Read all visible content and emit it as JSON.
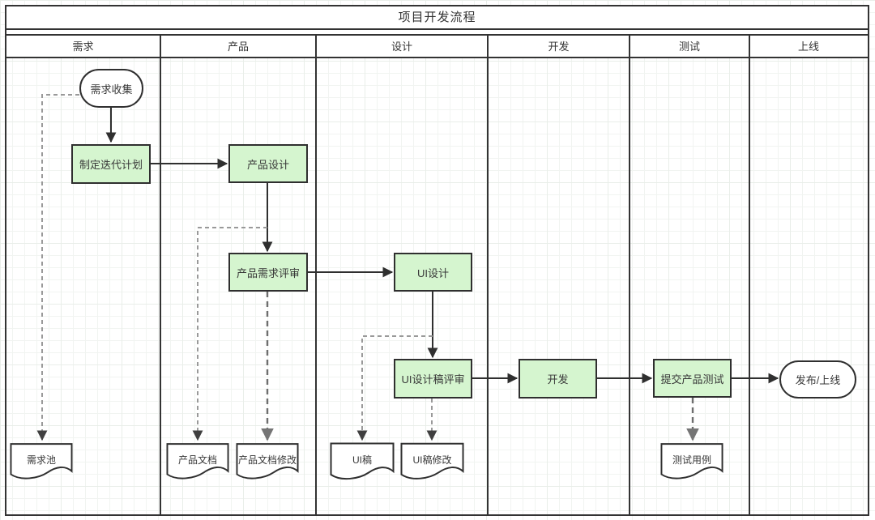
{
  "title": "项目开发流程",
  "lanes": [
    {
      "label": "需求"
    },
    {
      "label": "产品"
    },
    {
      "label": "设计"
    },
    {
      "label": "开发"
    },
    {
      "label": "测试"
    },
    {
      "label": "上线"
    }
  ],
  "nodes": {
    "requirement_collect": {
      "label": "需求收集",
      "type": "terminator",
      "lane": "需求"
    },
    "iteration_plan": {
      "label": "制定迭代计划",
      "type": "process",
      "lane": "需求"
    },
    "product_design": {
      "label": "产品设计",
      "type": "process",
      "lane": "产品"
    },
    "product_requirement_review": {
      "label": "产品需求评审",
      "type": "process",
      "lane": "产品"
    },
    "ui_design": {
      "label": "UI设计",
      "type": "process",
      "lane": "设计"
    },
    "ui_draft_review": {
      "label": "UI设计稿评审",
      "type": "process",
      "lane": "设计"
    },
    "develop": {
      "label": "开发",
      "type": "process",
      "lane": "开发"
    },
    "submit_product_test": {
      "label": "提交产品测试",
      "type": "process",
      "lane": "测试"
    },
    "release": {
      "label": "发布/上线",
      "type": "terminator",
      "lane": "上线"
    },
    "requirement_pool": {
      "label": "需求池",
      "type": "document",
      "lane": "需求"
    },
    "product_doc": {
      "label": "产品文档",
      "type": "document",
      "lane": "产品"
    },
    "product_doc_edit": {
      "label": "产品文档修改",
      "type": "document",
      "lane": "产品"
    },
    "ui_draft": {
      "label": "UI稿",
      "type": "document",
      "lane": "设计"
    },
    "ui_draft_edit": {
      "label": "UI稿修改",
      "type": "document",
      "lane": "设计"
    },
    "test_case": {
      "label": "测试用例",
      "type": "document",
      "lane": "测试"
    }
  },
  "edges": [
    {
      "from": "requirement_collect",
      "to": "iteration_plan",
      "style": "solid"
    },
    {
      "from": "iteration_plan",
      "to": "product_design",
      "style": "solid"
    },
    {
      "from": "product_design",
      "to": "product_requirement_review",
      "style": "solid"
    },
    {
      "from": "product_requirement_review",
      "to": "ui_design",
      "style": "solid"
    },
    {
      "from": "ui_design",
      "to": "ui_draft_review",
      "style": "solid"
    },
    {
      "from": "ui_draft_review",
      "to": "develop",
      "style": "solid"
    },
    {
      "from": "develop",
      "to": "submit_product_test",
      "style": "solid"
    },
    {
      "from": "submit_product_test",
      "to": "release",
      "style": "solid"
    },
    {
      "from": "requirement_collect",
      "to": "requirement_pool",
      "style": "dashed"
    },
    {
      "from": "product_design",
      "to": "product_doc",
      "style": "dashed"
    },
    {
      "from": "product_requirement_review",
      "to": "product_doc_edit",
      "style": "dashed"
    },
    {
      "from": "ui_design",
      "to": "ui_draft",
      "style": "dashed"
    },
    {
      "from": "ui_draft_review",
      "to": "ui_draft_edit",
      "style": "dashed"
    },
    {
      "from": "submit_product_test",
      "to": "test_case",
      "style": "dashed"
    }
  ],
  "colors": {
    "process_fill": "#d5f5cf",
    "shape_border": "#2f2f2f",
    "solid_connector": "#2f2f2f",
    "dashed_connector_light": "#999999",
    "dashed_connector_dark": "#6e6e6e",
    "pool_border": "#333333",
    "grid_line": "#f1f4f1"
  }
}
